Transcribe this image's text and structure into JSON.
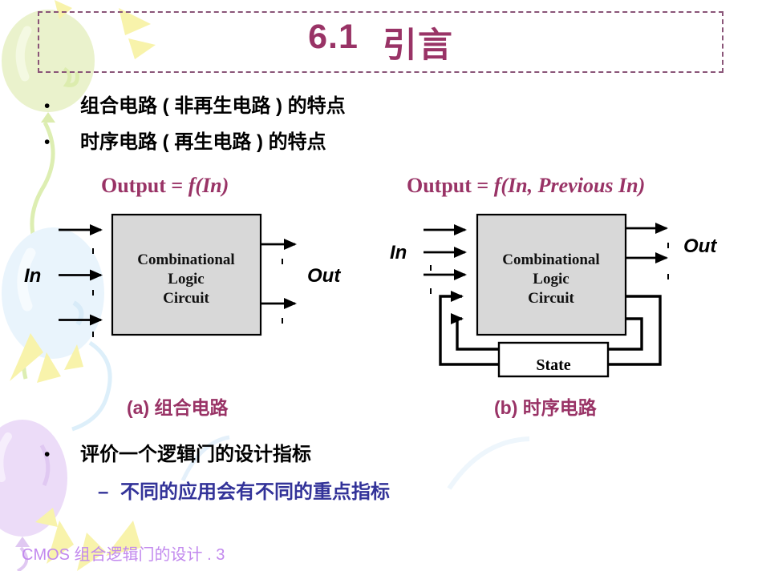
{
  "slide": {
    "title": {
      "number": "6.1",
      "text": "引言"
    },
    "footer": "CMOS 组合逻辑门的设计 . 3"
  },
  "bullets_top": [
    {
      "marker": "•",
      "text": "组合电路 ( 非再生电路 ) 的特点"
    },
    {
      "marker": "•",
      "text": "时序电路 ( 再生电路 ) 的特点"
    }
  ],
  "formulas": {
    "left": {
      "prefix": "Output = ",
      "expr": "f(In)"
    },
    "right": {
      "prefix": "Output = ",
      "expr": "f(In, Previous In)"
    }
  },
  "diagrams": {
    "left": {
      "box_lines": [
        "Combinational",
        "Logic",
        "Circuit"
      ],
      "input_label": "In",
      "output_label": "Out",
      "caption": "(a) 组合电路"
    },
    "right": {
      "box_lines": [
        "Combinational",
        "Logic",
        "Circuit"
      ],
      "input_label": "In",
      "output_label": "Out",
      "state_label": "State",
      "caption": "(b) 时序电路"
    }
  },
  "bullets_bottom": {
    "main": {
      "marker": "•",
      "text": "评价一个逻辑门的设计指标"
    },
    "sub": {
      "marker": "–",
      "text": "不同的应用会有不同的重点指标"
    }
  },
  "colors": {
    "title_maroon": "#993366",
    "formula_maroon": "#993366",
    "caption_maroon": "#993366",
    "sub_bullet_blue": "#333399",
    "footer_purple": "#c289ee",
    "dashed_border": "#8a5578",
    "box_fill": "#d8d8d8",
    "line_black": "#000000"
  }
}
